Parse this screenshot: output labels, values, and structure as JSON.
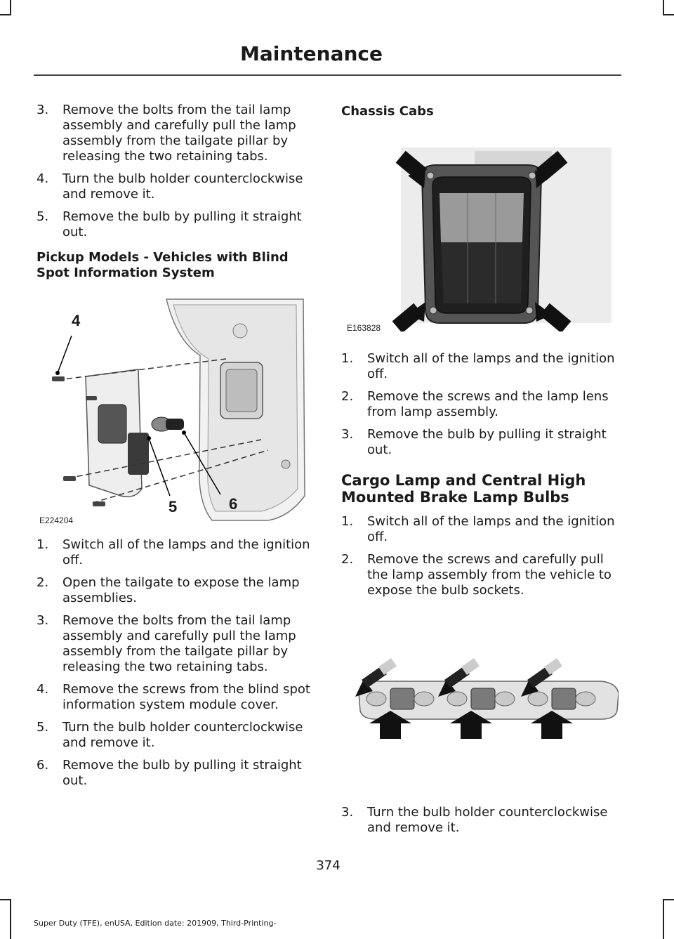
{
  "header": {
    "title": "Maintenance"
  },
  "left": {
    "steps_a": [
      {
        "num": "3.",
        "text": "Remove the bolts from the tail lamp assembly and carefully pull the lamp assembly from the tailgate pillar by releasing the two retaining tabs."
      },
      {
        "num": "4.",
        "text": "Turn the bulb holder counterclockwise and remove it."
      },
      {
        "num": "5.",
        "text": "Remove the bulb by pulling it straight out."
      }
    ],
    "subhead": "Pickup Models - Vehicles with Blind Spot Information System",
    "figure": {
      "code": "E224204",
      "callouts": [
        "4",
        "5",
        "6"
      ]
    },
    "steps_b": [
      {
        "num": "1.",
        "text": "Switch all of the lamps and the ignition off."
      },
      {
        "num": "2.",
        "text": "Open the tailgate to expose the lamp assemblies."
      },
      {
        "num": "3.",
        "text": "Remove the bolts from the tail lamp assembly and carefully pull the lamp assembly from the tailgate pillar by releasing the two retaining tabs."
      },
      {
        "num": "4.",
        "text": "Remove the screws from the blind spot information system module cover."
      },
      {
        "num": "5.",
        "text": "Turn the bulb holder counterclockwise and remove it."
      },
      {
        "num": "6.",
        "text": "Remove the bulb by pulling it straight out."
      }
    ]
  },
  "right": {
    "subhead": "Chassis Cabs",
    "figure": {
      "code": "E163828"
    },
    "steps_a": [
      {
        "num": "1.",
        "text": "Switch all of the lamps and the ignition off."
      },
      {
        "num": "2.",
        "text": "Remove the screws and the lamp lens from lamp assembly."
      },
      {
        "num": "3.",
        "text": "Remove the bulb by pulling it straight out."
      }
    ],
    "section_title": "Cargo Lamp and Central High Mounted Brake Lamp Bulbs",
    "steps_b": [
      {
        "num": "1.",
        "text": "Switch all of the lamps and the ignition off."
      },
      {
        "num": "2.",
        "text": "Remove the screws and carefully pull the lamp assembly from the vehicle to expose the bulb sockets."
      }
    ],
    "steps_c": [
      {
        "num": "3.",
        "text": "Turn the bulb holder counterclockwise and remove it."
      }
    ]
  },
  "footer": {
    "page_number": "374",
    "edition": "Super Duty (TFE), enUSA, Edition date: 201909, Third-Printing-"
  }
}
